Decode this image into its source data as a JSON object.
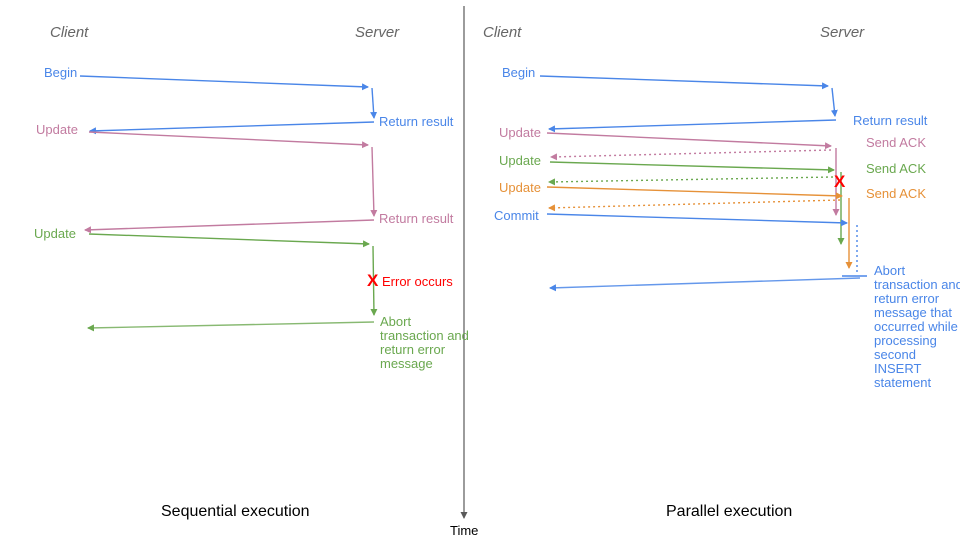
{
  "colors": {
    "blue": "#4a86e8",
    "pink": "#c27ba0",
    "green": "#6aa84f",
    "orange": "#e69138",
    "red": "#ff0000",
    "header_gray": "#666666",
    "axis_gray": "#595959",
    "caption_black": "#000000"
  },
  "axis": {
    "time_label": "Time"
  },
  "left_panel": {
    "client_header": "Client",
    "server_header": "Server",
    "caption": "Sequential execution",
    "begin_label": "Begin",
    "return_result_1_label": "Return result",
    "update_1_label": "Update",
    "return_result_2_label": "Return result",
    "update_2_label": "Update",
    "error_x_glyph": "X",
    "error_label": "Error occurs",
    "abort_label": "Abort transaction and return error message"
  },
  "right_panel": {
    "client_header": "Client",
    "server_header": "Server",
    "caption": "Parallel execution",
    "begin_label": "Begin",
    "return_result_label": "Return result",
    "update_1_label": "Update",
    "send_ack_1_label": "Send ACK",
    "update_2_label": "Update",
    "send_ack_2_label": "Send ACK",
    "update_3_label": "Update",
    "send_ack_3_label": "Send ACK",
    "commit_label": "Commit",
    "error_x_glyph": "X",
    "abort_label": "Abort transaction and return error message that occurred while processing second INSERT statement"
  }
}
